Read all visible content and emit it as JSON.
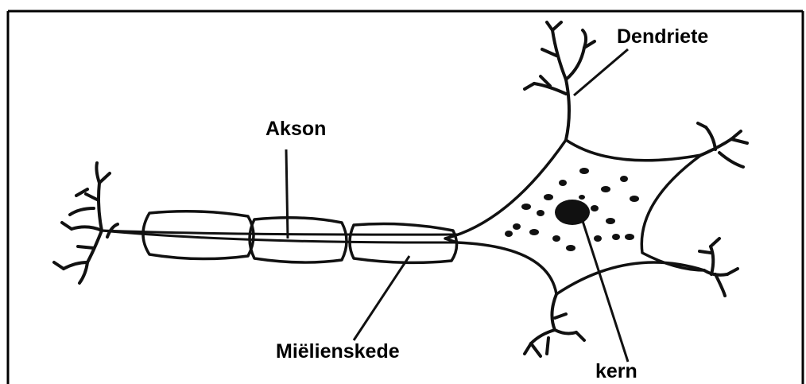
{
  "labels": {
    "dendrites": "Dendriete",
    "axon": "Akson",
    "myelin_sheath": "Miëlienskede",
    "nucleus": "kern"
  },
  "colors": {
    "ink": "#111111",
    "background": "#ffffff"
  }
}
